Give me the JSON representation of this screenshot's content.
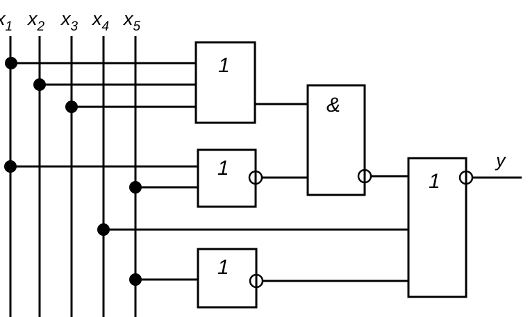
{
  "inputs": [
    {
      "var": "x",
      "sub": "1"
    },
    {
      "var": "x",
      "sub": "2"
    },
    {
      "var": "x",
      "sub": "3"
    },
    {
      "var": "x",
      "sub": "4"
    },
    {
      "var": "x",
      "sub": "5"
    }
  ],
  "gates": {
    "or_top": "1",
    "or_mid": "1",
    "or_bottom": "1",
    "and": "&",
    "or_out": "1"
  },
  "output_label": "y"
}
